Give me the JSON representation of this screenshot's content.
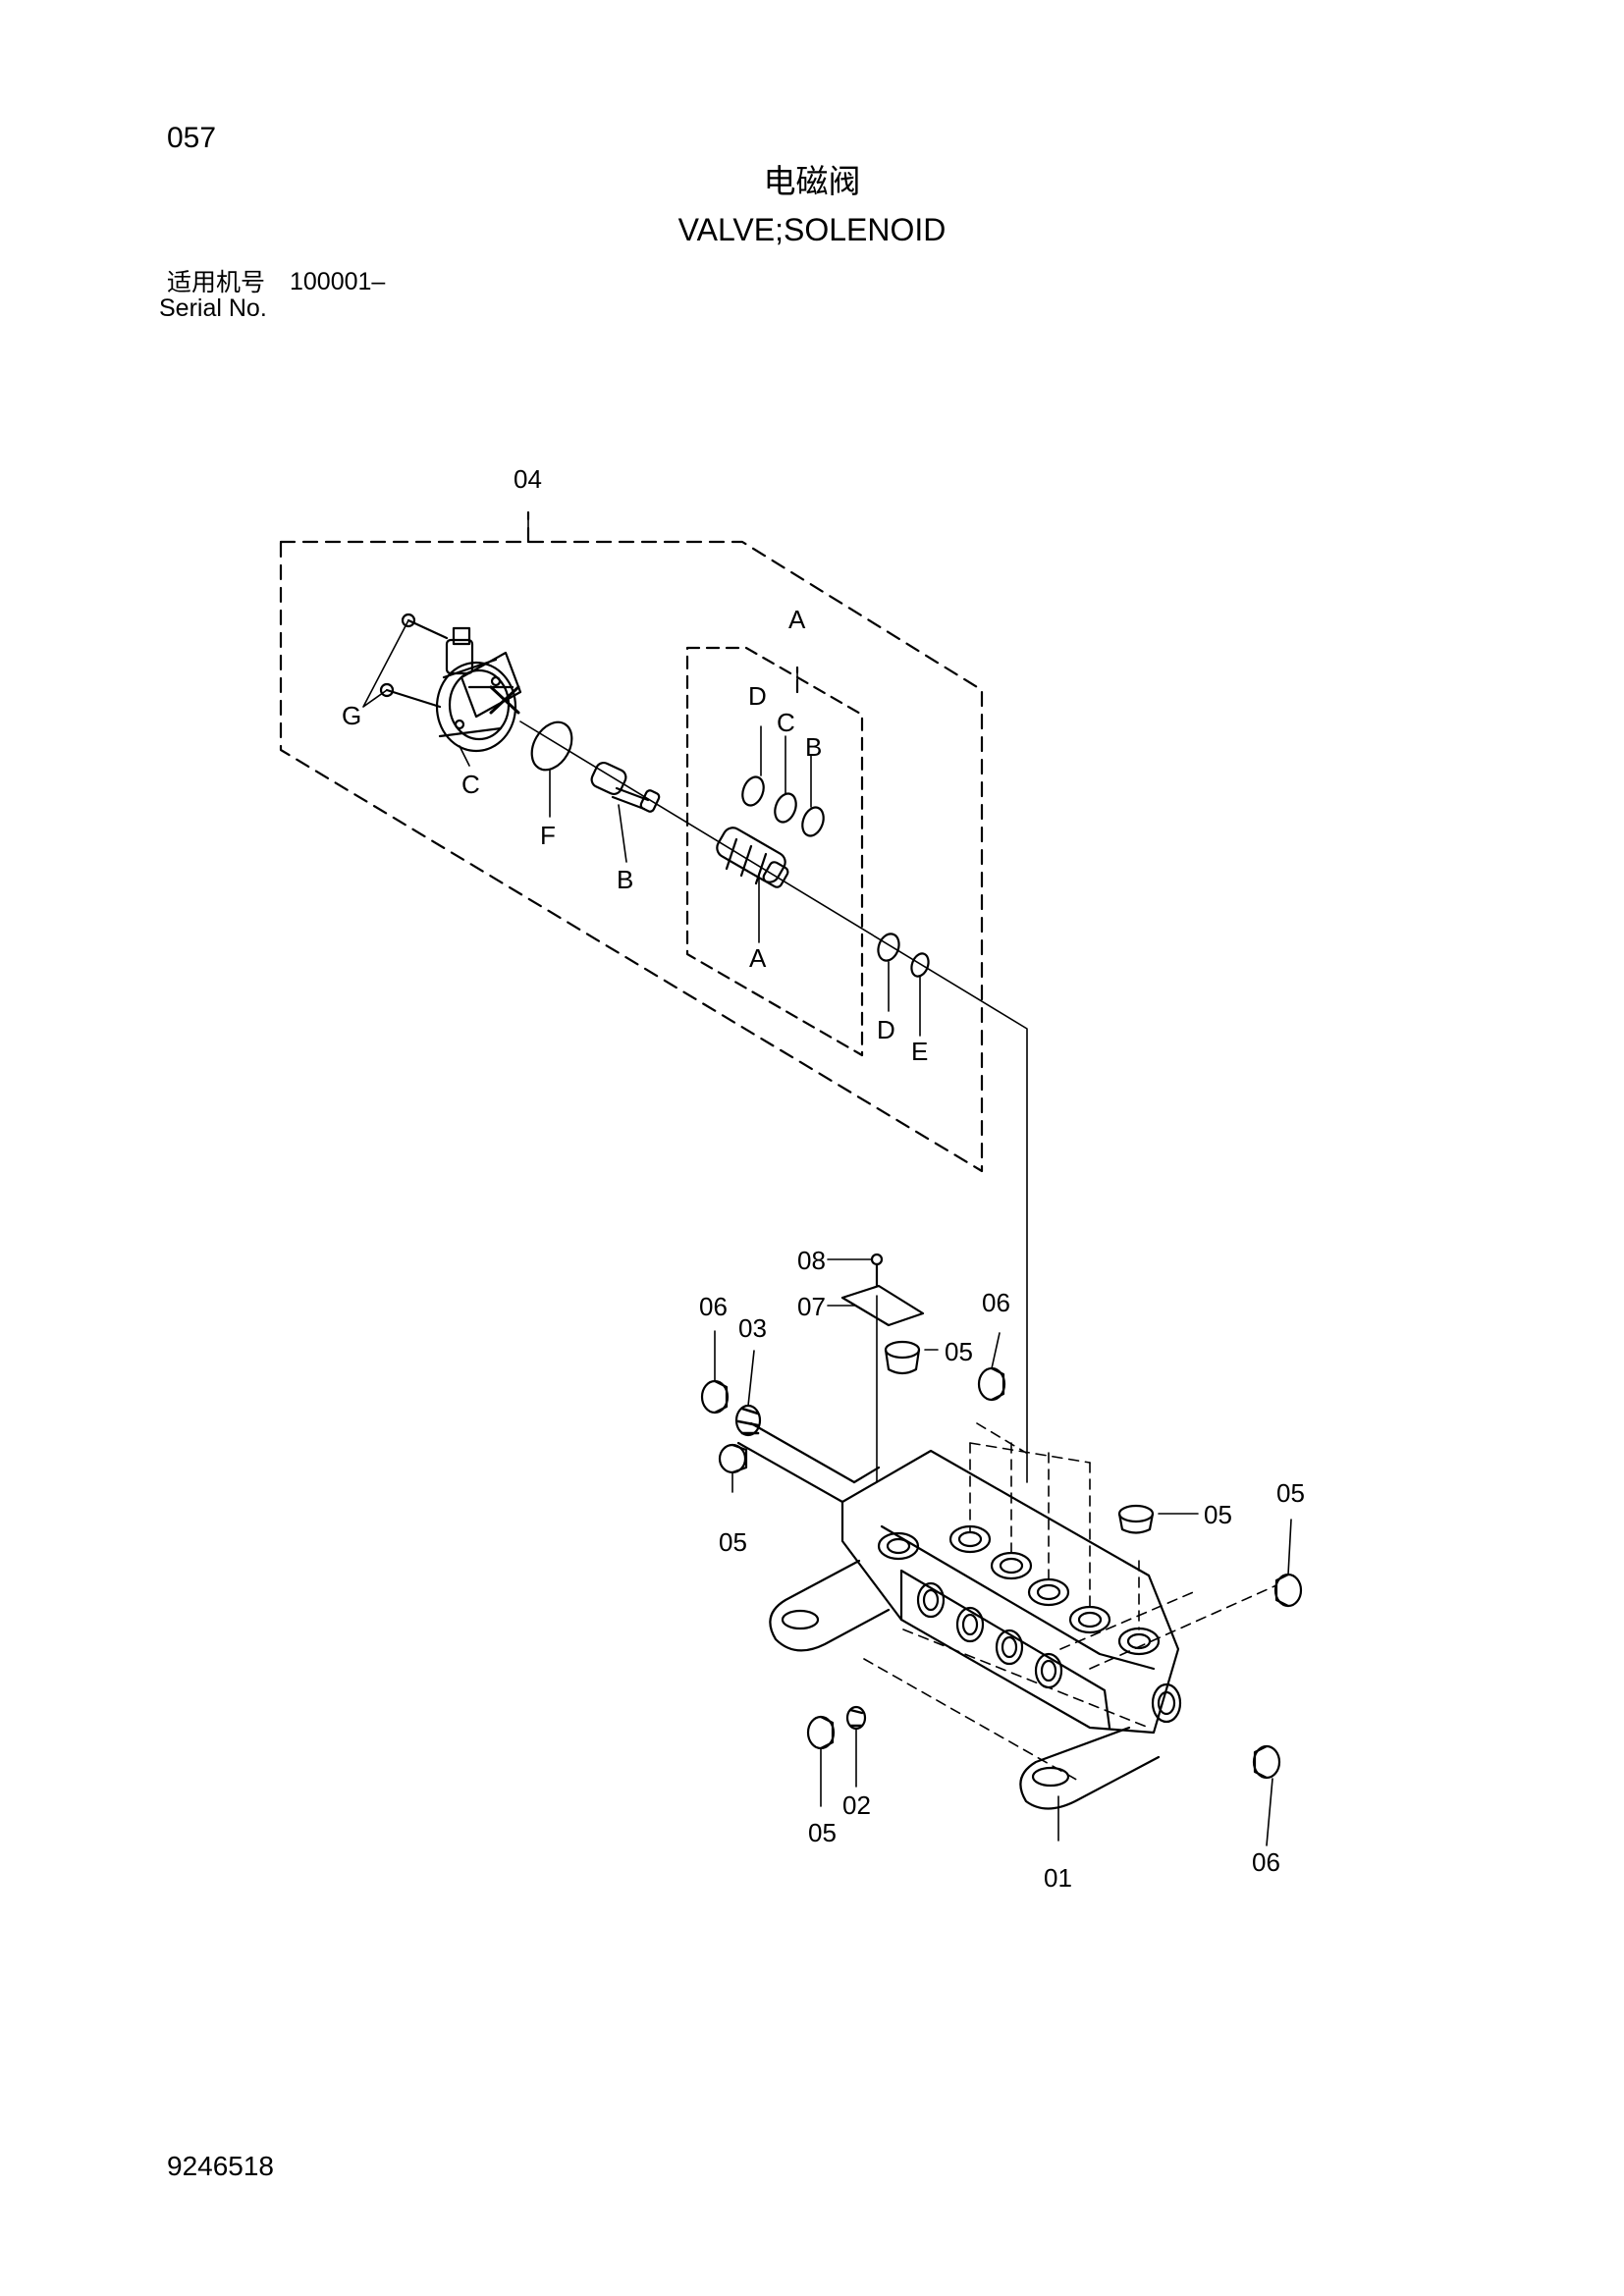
{
  "header": {
    "page_number": "057",
    "title_cn": "电磁阀",
    "title_en": "VALVE;SOLENOID",
    "serial_label_cn": "适用机号",
    "serial_value": "100001–",
    "serial_label_en": "Serial No."
  },
  "diagram": {
    "callouts": {
      "p01": "01",
      "p02": "02",
      "p03": "03",
      "p04": "04",
      "p05a": "05",
      "p05b": "05",
      "p05c": "05",
      "p05d": "05",
      "p05e": "05",
      "p06a": "06",
      "p06b": "06",
      "p06c": "06",
      "p07": "07",
      "p08": "08",
      "sA1": "A",
      "sA2": "A",
      "sB1": "B",
      "sB2": "B",
      "sC1": "C",
      "sC2": "C",
      "sD1": "D",
      "sD2": "D",
      "sE": "E",
      "sF": "F",
      "sG": "G"
    }
  },
  "footer": {
    "doc_number": "9246518"
  }
}
